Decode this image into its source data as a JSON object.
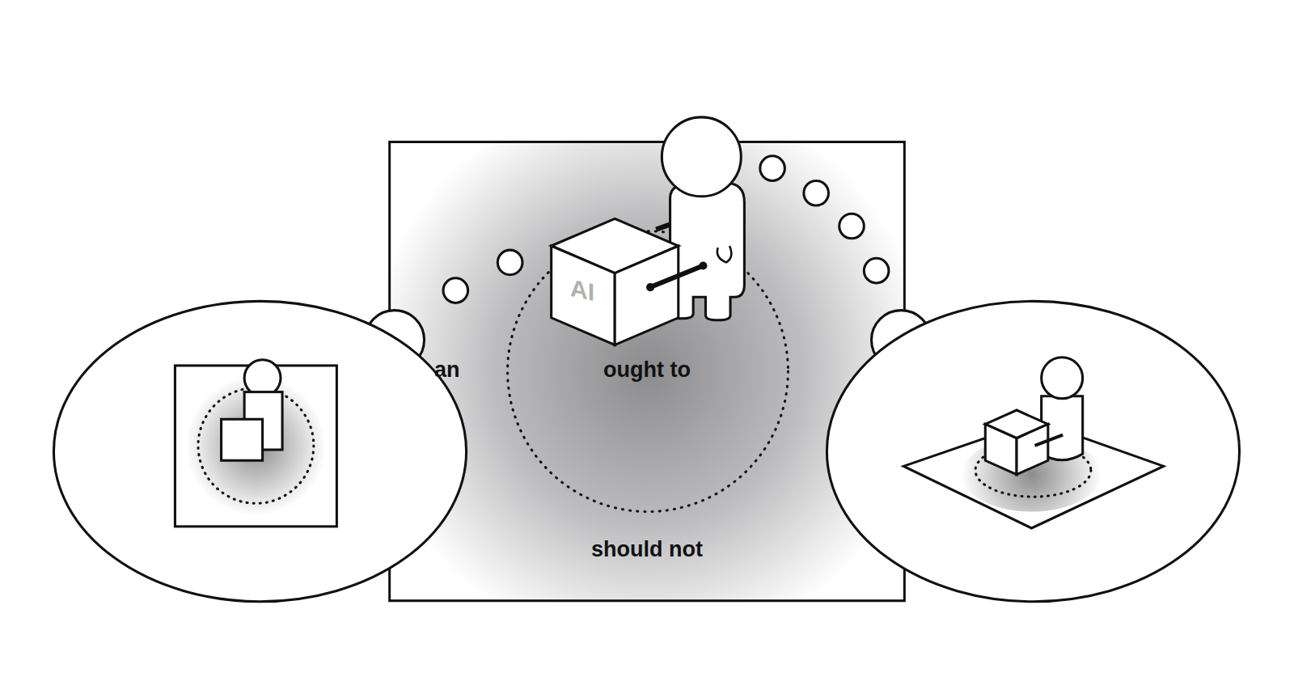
{
  "diagram": {
    "labels": [
      "AI",
      "an",
      "ought to",
      "should not"
    ]
  }
}
